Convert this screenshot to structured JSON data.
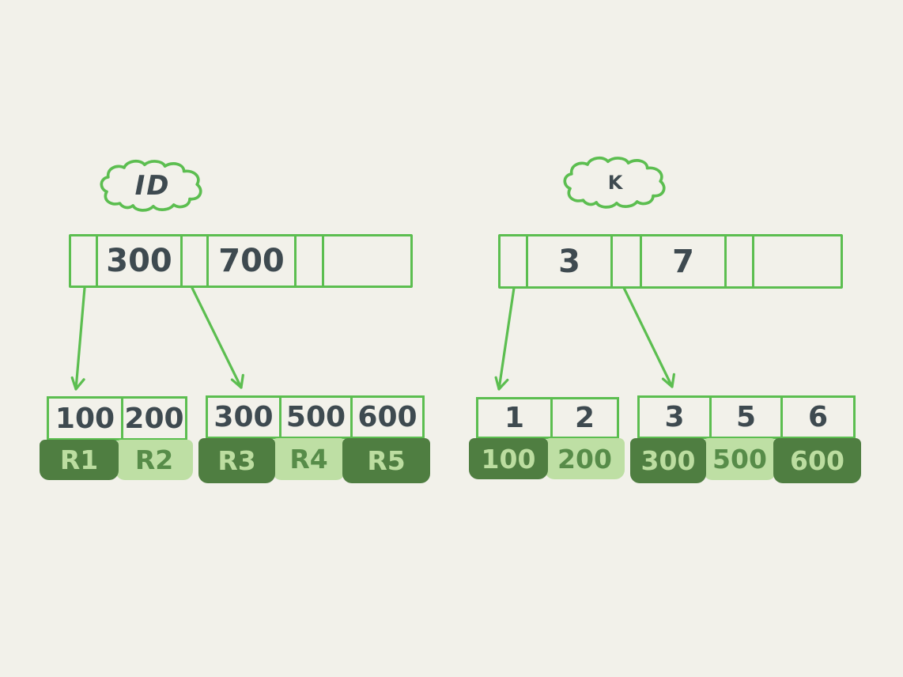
{
  "diagram_title": "index-structures-diagram",
  "colors": {
    "background": "#f2f1ea",
    "line_green": "#5cbe50",
    "dark_green": "#4f7e41",
    "light_green": "#bedfa4",
    "text_dark": "#3e4a50",
    "text_on_dark": "#bcdda0",
    "text_on_light": "#578c49"
  },
  "left_tree": {
    "label": "ID",
    "internal_node": {
      "cells": [
        "",
        "300",
        "",
        "700",
        "",
        ""
      ]
    },
    "leaves": [
      {
        "keys": [
          "100",
          "200"
        ],
        "records": [
          {
            "label": "R1",
            "tone": "dark"
          },
          {
            "label": "R2",
            "tone": "light"
          }
        ]
      },
      {
        "keys": [
          "300",
          "500",
          "600"
        ],
        "records": [
          {
            "label": "R3",
            "tone": "dark"
          },
          {
            "label": "R4",
            "tone": "light"
          },
          {
            "label": "R5",
            "tone": "dark"
          }
        ]
      }
    ]
  },
  "right_tree": {
    "label": "K",
    "internal_node": {
      "cells": [
        "",
        "3",
        "",
        "7",
        "",
        ""
      ]
    },
    "leaves": [
      {
        "keys": [
          "1",
          "2"
        ],
        "records": [
          {
            "label": "100",
            "tone": "dark"
          },
          {
            "label": "200",
            "tone": "light"
          }
        ]
      },
      {
        "keys": [
          "3",
          "5",
          "6"
        ],
        "records": [
          {
            "label": "300",
            "tone": "dark"
          },
          {
            "label": "500",
            "tone": "light"
          },
          {
            "label": "600",
            "tone": "dark"
          }
        ]
      }
    ]
  }
}
